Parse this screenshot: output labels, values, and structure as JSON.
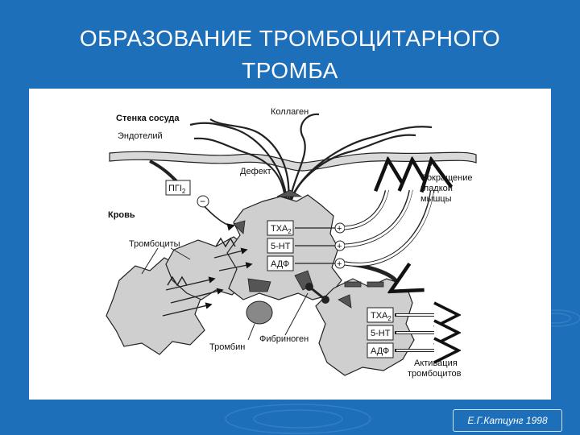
{
  "slide": {
    "title_line1": "ОБРАЗОВАНИЕ ТРОМБОЦИТАРНОГО",
    "title_line2": "ТРОМБА",
    "credit": "Е.Г.Катцунг 1998"
  },
  "figure": {
    "labels": {
      "vessel_wall": "Стенка сосуда",
      "endothelium": "Эндотелий",
      "collagen": "Коллаген",
      "defect": "Дефект",
      "pgi2": "ПГI",
      "pgi2_sub": "2",
      "blood": "Кровь",
      "platelets": "Тромбоциты",
      "smooth_muscle": [
        "Сокращение",
        "гладкой",
        "мышцы"
      ],
      "thrombin": "Тромбин",
      "fibrinogen": "Фибриноген",
      "activation": [
        "Активация",
        "тромбоцитов"
      ]
    },
    "mediators_left": {
      "txa": "ТХА",
      "txa_sub": "2",
      "ht": "5-НТ",
      "adp": "АДФ"
    },
    "mediators_right": {
      "txa": "ТХА",
      "txa_sub": "2",
      "ht": "5-НТ",
      "adp": "АДФ"
    },
    "signs": {
      "plus": "+",
      "minus": "−"
    }
  }
}
